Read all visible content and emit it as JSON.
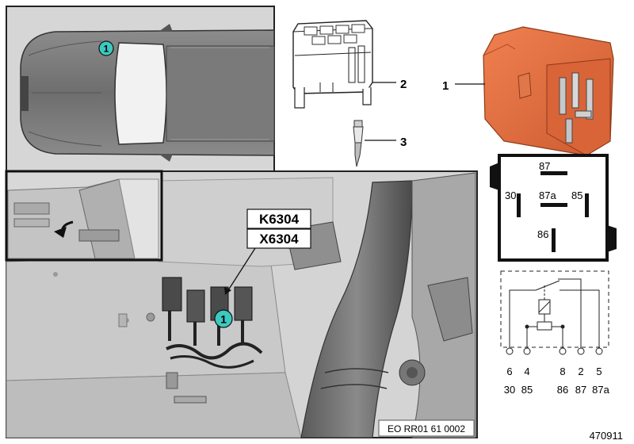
{
  "callouts": {
    "car_top_marker": "1",
    "connector_marker": "1",
    "relay_part_no": "1",
    "connector_housing_no": "2",
    "contact_no": "3"
  },
  "connector_labels": {
    "relay": "K6304",
    "connector": "X6304"
  },
  "relay_terminals": {
    "t87": "87",
    "t30": "30",
    "t87a": "87a",
    "t85": "85",
    "t86": "86"
  },
  "schematic": {
    "pins": [
      "6",
      "4",
      "8",
      "2",
      "5"
    ],
    "terminals": [
      "30",
      "85",
      "86",
      "87",
      "87a"
    ]
  },
  "image_code": "EO RR01 61 0002",
  "figure_number": "470911",
  "colors": {
    "relay_body": "#e06a3e",
    "marker_fill": "#3cc9c0",
    "panel_bg": "#d4d4d4"
  }
}
